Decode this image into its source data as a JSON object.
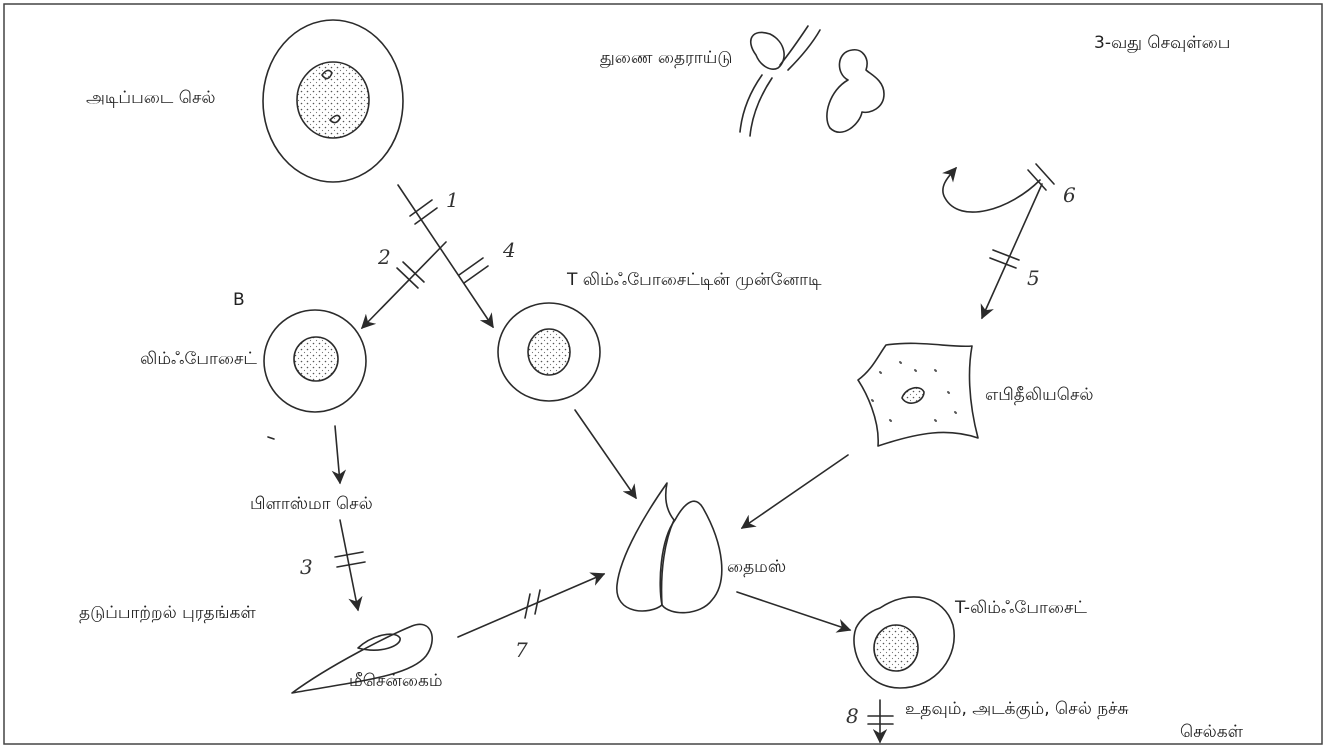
{
  "labels": {
    "basic_cell": "அடிப்படை செல்",
    "parathyroid": "துணை தைராய்டு",
    "third_pouch": "3-வது செவுள்பை",
    "t_precursor": "T லிம்ஃபோசைட்டின் முன்னோடி",
    "b_mark": "B",
    "lymphocyte": "லிம்ஃபோசைட்",
    "epithelial": "எபிதீலியசெல்",
    "plasma_cell": "பிளாஸ்மா செல்",
    "thymus": "தைமஸ்",
    "antibodies": "தடுப்பாற்றல் புரதங்கள்",
    "t_lymphocyte": "T-லிம்ஃபோசைட்",
    "mesenchyme": "மீசென்கைம்",
    "helper_line1": "உதவும், அடக்கும், செல் நச்சு",
    "helper_line2": "செல்கள்"
  },
  "step_numbers": {
    "n1": "1",
    "n2": "2",
    "n3": "3",
    "n4": "4",
    "n5": "5",
    "n6": "6",
    "n7": "7",
    "n8": "8"
  },
  "colors": {
    "stroke": "#2b2b2b",
    "border": "#444444",
    "background": "#ffffff"
  }
}
